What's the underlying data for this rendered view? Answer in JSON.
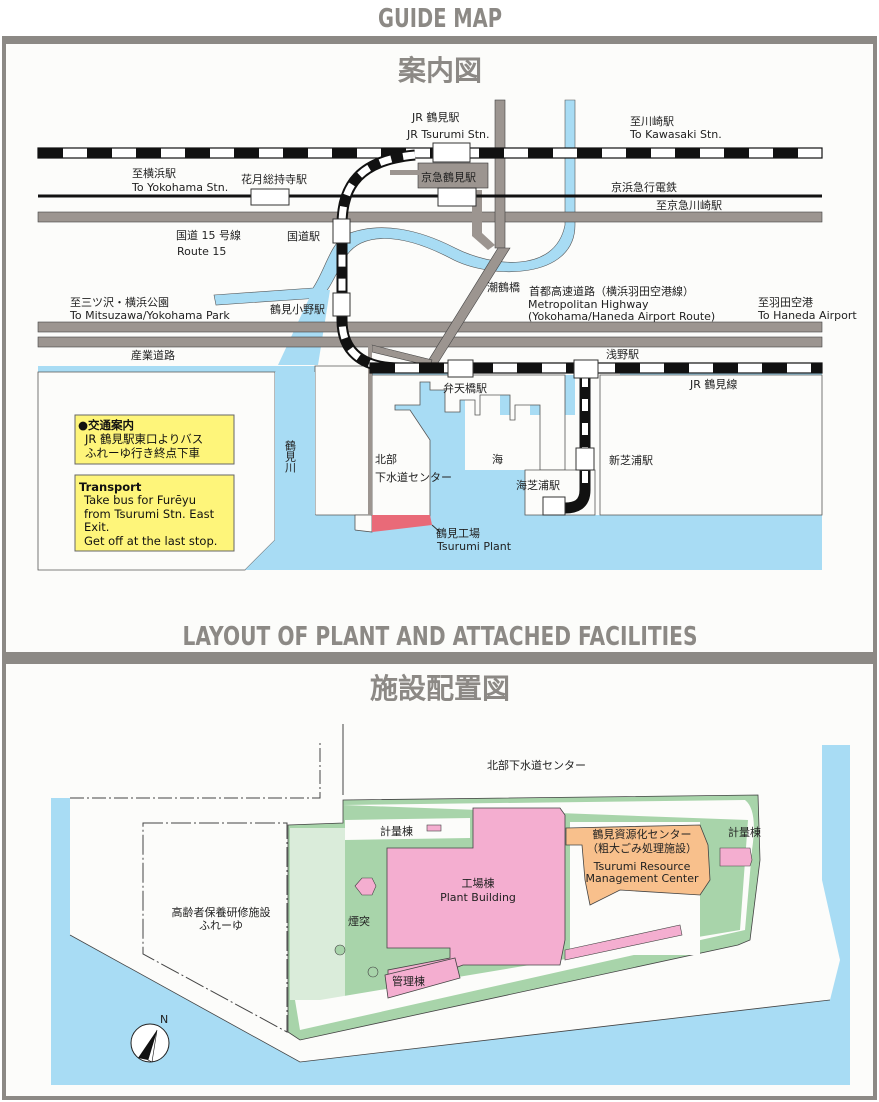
{
  "guide_map": {
    "title_en": "GUIDE MAP",
    "title_ja": "案内図",
    "labels": {
      "jr_tsurumi_ja": "JR 鶴見駅",
      "jr_tsurumi_en": "JR Tsurumi Stn.",
      "to_kawasaki_ja": "至川崎駅",
      "to_kawasaki_en": "To Kawasaki Stn.",
      "to_yokohama_ja": "至横浜駅",
      "to_yokohama_en": "To Yokohama Stn.",
      "kagetsu": "花月総持寺駅",
      "keikyu_tsurumi": "京急鶴見駅",
      "keihin_kyuko": "京浜急行電鉄",
      "to_keikyu_kawasaki": "至京急川崎駅",
      "route15_ja": "国道 15 号線",
      "route15_en": "Route 15",
      "kokudo_stn": "国道駅",
      "ushiozuru": "潮鶴橋",
      "highway_ja": "首都高速道路（横浜羽田空港線）",
      "highway_en1": "Metropolitan Highway",
      "highway_en2": "(Yokohama/Haneda Airport Route)",
      "to_mitsuzawa_ja": "至三ツ沢・横浜公園",
      "to_mitsuzawa_en": "To Mitsuzawa/Yokohama Park",
      "tsurumi_ono": "鶴見小野駅",
      "to_haneda_ja": "至羽田空港",
      "to_haneda_en": "To Haneda Airport",
      "sangyo_road": "産業道路",
      "asano": "浅野駅",
      "jr_tsurumi_line": "JR 鶴見線",
      "bentenbashi": "弁天橋駅",
      "tsurumi_river": "鶴見川",
      "hokubu_1": "北部",
      "hokubu_2": "下水道センター",
      "umi": "海",
      "umishibaura": "海芝浦駅",
      "shinshibaura": "新芝浦駅",
      "plant_ja": "鶴見工場",
      "plant_en": "Tsurumi Plant"
    },
    "transport_ja": {
      "heading": "●交通案内",
      "line1": "JR 鶴見駅東口よりバス",
      "line2": "ふれーゆ行き終点下車"
    },
    "transport_en": {
      "heading": "Transport",
      "line1": "Take bus for Furēyu",
      "line2": "from Tsurumi Stn. East",
      "line3": "Exit.",
      "line4": "Get off at the last stop."
    }
  },
  "layout": {
    "title_en": "LAYOUT OF PLANT AND ATTACHED FACILITIES",
    "title_ja": "施設配置図",
    "labels": {
      "hokubu_center": "北部下水道センター",
      "weighing_1": "計量棟",
      "weighing_2": "計量棟",
      "plant_ja": "工場棟",
      "plant_en": "Plant Building",
      "resource_ja1": "鶴見資源化センター",
      "resource_ja2": "（粗大ごみ処理施設）",
      "resource_en1": "Tsurumi Resource",
      "resource_en2": "Management Center",
      "chimney": "煙突",
      "admin": "管理棟",
      "fureyu_1": "高齢者保養研修施設",
      "fureyu_2": "ふれーゆ",
      "north": "N"
    }
  },
  "colors": {
    "frame": "#8c8985",
    "water": "#a8dcf4",
    "road": "#9c9590",
    "plant_pink": "#f4aed0",
    "plant_red": "#e96a78",
    "resource_orange": "#f8c08c",
    "green": "#a8d4aa",
    "note_yellow": "#fef57a"
  }
}
